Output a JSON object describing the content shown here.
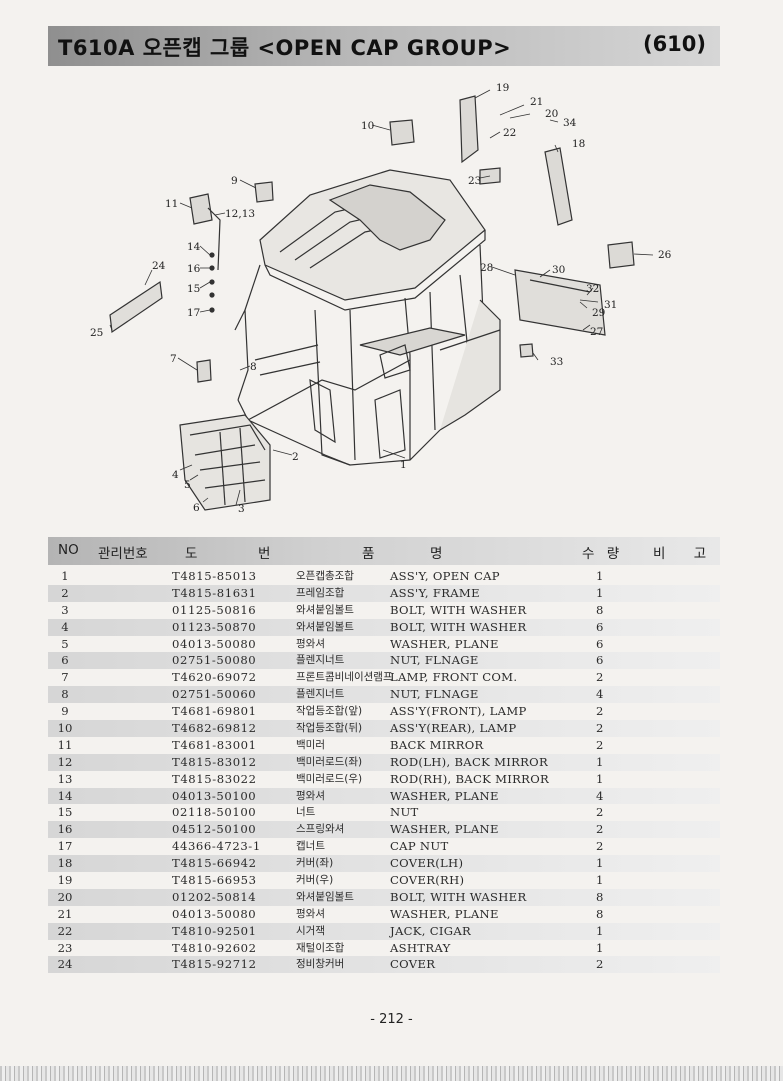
{
  "header": {
    "title": "T610A 오픈캡 그룹 <OPEN CAP GROUP>",
    "code": "(610)"
  },
  "diagram": {
    "callouts": [
      "1",
      "2",
      "3",
      "4",
      "5",
      "6",
      "7",
      "8",
      "9",
      "10",
      "11",
      "12,13",
      "14",
      "15",
      "16",
      "17",
      "18",
      "19",
      "20",
      "21",
      "22",
      "23",
      "24",
      "25",
      "26",
      "27",
      "28",
      "29",
      "30",
      "31",
      "32",
      "33",
      "34"
    ]
  },
  "table": {
    "headers": {
      "no": "NO",
      "mgmt": "관리번호",
      "drawing_1": "도",
      "drawing_2": "번",
      "item_1": "품",
      "item_2": "명",
      "qty": "수 량",
      "remark": "비 고"
    },
    "rows": [
      {
        "no": "1",
        "part": "T4815-85013",
        "kor": "오픈캡총조합",
        "eng": "ASS'Y, OPEN CAP",
        "qty": "1"
      },
      {
        "no": "2",
        "part": "T4815-81631",
        "kor": "프레임조합",
        "eng": "ASS'Y, FRAME",
        "qty": "1"
      },
      {
        "no": "3",
        "part": "01125-50816",
        "kor": "와셔붙임볼트",
        "eng": "BOLT, WITH WASHER",
        "qty": "8"
      },
      {
        "no": "4",
        "part": "01123-50870",
        "kor": "와셔붙임볼트",
        "eng": "BOLT, WITH WASHER",
        "qty": "6"
      },
      {
        "no": "5",
        "part": "04013-50080",
        "kor": "평와셔",
        "eng": "WASHER, PLANE",
        "qty": "6"
      },
      {
        "no": "6",
        "part": "02751-50080",
        "kor": "플렌지너트",
        "eng": "NUT, FLNAGE",
        "qty": "6"
      },
      {
        "no": "7",
        "part": "T4620-69072",
        "kor": "프론트콤비네이션램프",
        "eng": "LAMP, FRONT COM.",
        "qty": "2"
      },
      {
        "no": "8",
        "part": "02751-50060",
        "kor": "플렌지너트",
        "eng": "NUT, FLNAGE",
        "qty": "4"
      },
      {
        "no": "9",
        "part": "T4681-69801",
        "kor": "작업등조합(앞)",
        "eng": "ASS'Y(FRONT), LAMP",
        "qty": "2"
      },
      {
        "no": "10",
        "part": "T4682-69812",
        "kor": "작업등조합(뒤)",
        "eng": "ASS'Y(REAR), LAMP",
        "qty": "2"
      },
      {
        "no": "11",
        "part": "T4681-83001",
        "kor": "백미러",
        "eng": "BACK MIRROR",
        "qty": "2"
      },
      {
        "no": "12",
        "part": "T4815-83012",
        "kor": "백미러로드(좌)",
        "eng": "ROD(LH), BACK MIRROR",
        "qty": "1"
      },
      {
        "no": "13",
        "part": "T4815-83022",
        "kor": "백미러로드(우)",
        "eng": "ROD(RH), BACK MIRROR",
        "qty": "1"
      },
      {
        "no": "14",
        "part": "04013-50100",
        "kor": "평와셔",
        "eng": "WASHER, PLANE",
        "qty": "4"
      },
      {
        "no": "15",
        "part": "02118-50100",
        "kor": "너트",
        "eng": "NUT",
        "qty": "2"
      },
      {
        "no": "16",
        "part": "04512-50100",
        "kor": "스프링와셔",
        "eng": "WASHER, PLANE",
        "qty": "2"
      },
      {
        "no": "17",
        "part": "44366-4723-1",
        "kor": "캡너트",
        "eng": "CAP NUT",
        "qty": "2"
      },
      {
        "no": "18",
        "part": "T4815-66942",
        "kor": "커버(좌)",
        "eng": "COVER(LH)",
        "qty": "1"
      },
      {
        "no": "19",
        "part": "T4815-66953",
        "kor": "커버(우)",
        "eng": "COVER(RH)",
        "qty": "1"
      },
      {
        "no": "20",
        "part": "01202-50814",
        "kor": "와셔붙임볼트",
        "eng": "BOLT, WITH WASHER",
        "qty": "8"
      },
      {
        "no": "21",
        "part": "04013-50080",
        "kor": "평와셔",
        "eng": "WASHER, PLANE",
        "qty": "8"
      },
      {
        "no": "22",
        "part": "T4810-92501",
        "kor": "시거잭",
        "eng": "JACK, CIGAR",
        "qty": "1"
      },
      {
        "no": "23",
        "part": "T4810-92602",
        "kor": "재털이조합",
        "eng": "ASHTRAY",
        "qty": "1"
      },
      {
        "no": "24",
        "part": "T4815-92712",
        "kor": "정비창커버",
        "eng": "COVER",
        "qty": "2"
      }
    ]
  },
  "footer": {
    "page": "- 212 -"
  }
}
